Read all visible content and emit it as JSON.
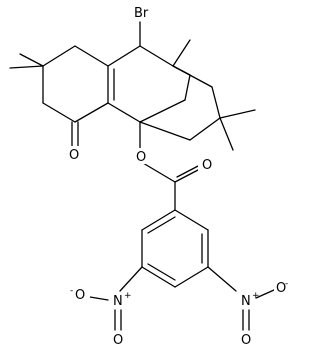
{
  "structure": {
    "atoms": {
      "bromine": "Br",
      "ketone_oxygen": "O",
      "ester_oxygen": "O",
      "carbonyl_oxygen": "O",
      "nitro_left_nitrogen": "N",
      "nitro_left_nitrogen_charge": "+",
      "nitro_left_oxygen_top": "O",
      "nitro_left_oxygen_top_charge": "-",
      "nitro_left_oxygen_bottom": "O",
      "nitro_right_nitrogen": "N",
      "nitro_right_nitrogen_charge": "+",
      "nitro_right_oxygen_top": "O",
      "nitro_right_oxygen_top_charge": "-",
      "nitro_right_oxygen_bottom": "O"
    }
  }
}
